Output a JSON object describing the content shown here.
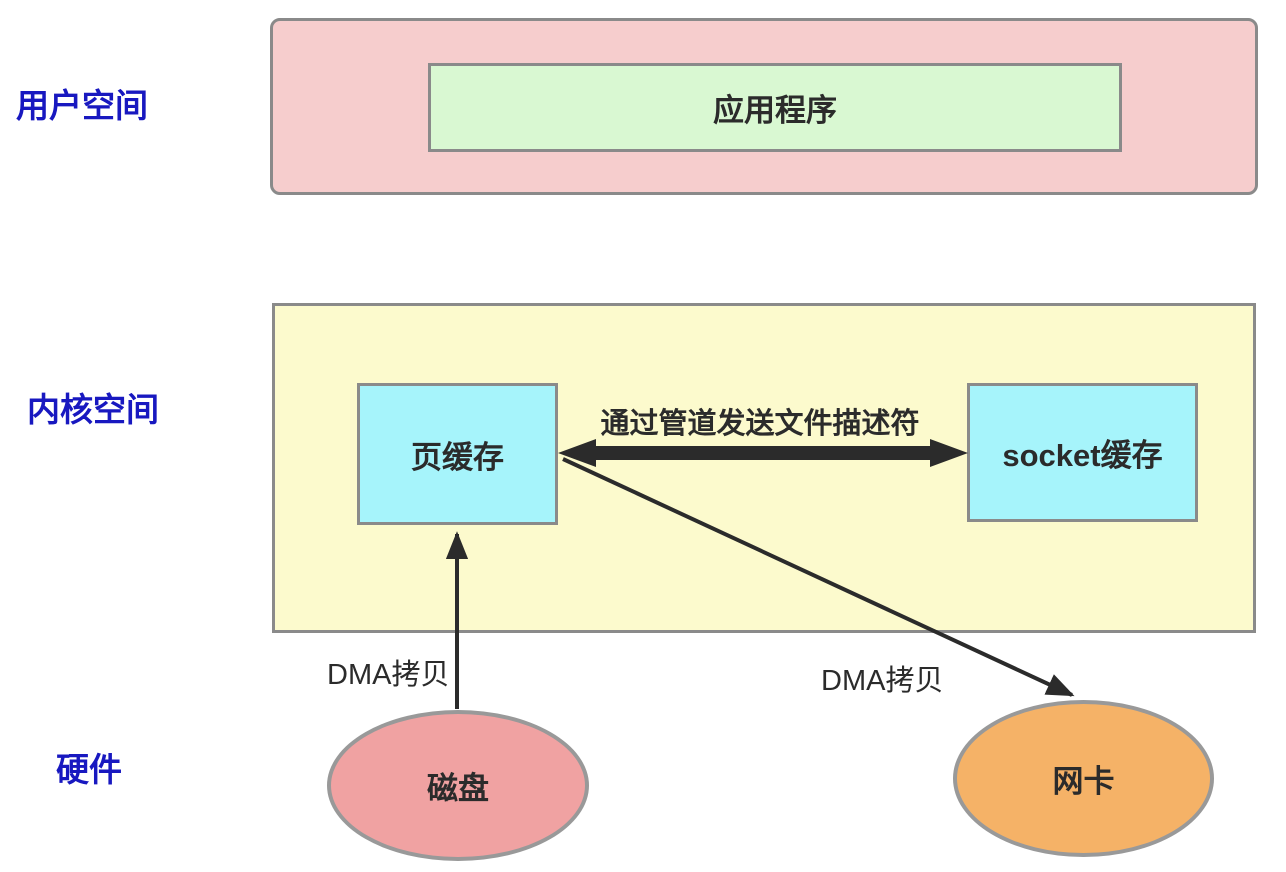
{
  "diagram": {
    "type": "architecture-flow",
    "topic": "sendfile / zero-copy data flow across user space, kernel space and hardware"
  },
  "labels": {
    "user_space": "用户空间",
    "kernel_space": "内核空间",
    "hardware": "硬件",
    "pipe_arrow": "通过管道发送文件描述符",
    "dma_copy_left": "DMA拷贝",
    "dma_copy_right": "DMA拷贝"
  },
  "nodes": {
    "application": "应用程序",
    "page_cache": "页缓存",
    "socket_buffer": "socket缓存",
    "disk": "磁盘",
    "nic": "网卡"
  },
  "rows": [
    {
      "label": "用户空间",
      "contains": [
        "应用程序"
      ]
    },
    {
      "label": "内核空间",
      "contains": [
        "页缓存",
        "socket缓存"
      ]
    },
    {
      "label": "硬件",
      "contains": [
        "磁盘",
        "网卡"
      ]
    }
  ],
  "edges": [
    {
      "from": "磁盘",
      "to": "页缓存",
      "label": "DMA拷贝",
      "style": "thin-arrow",
      "direction": "up"
    },
    {
      "from": "页缓存",
      "to": "socket缓存",
      "label": "通过管道发送文件描述符",
      "style": "thick-double-arrow",
      "direction": "both"
    },
    {
      "from": "页缓存",
      "to": "网卡",
      "label": "DMA拷贝",
      "style": "thin-arrow",
      "direction": "down-right"
    }
  ],
  "colors": {
    "row_label_blue": "#1818c0",
    "user_space_fill": "#f6cdcd",
    "application_fill": "#d9f8d2",
    "kernel_space_fill": "#fcfacd",
    "cache_fill": "#a6f4fb",
    "disk_fill": "#f0a2a2",
    "nic_fill": "#f5b267",
    "box_border": "#8a8a8a",
    "ellipse_border": "#999999",
    "arrow_and_text": "#2b2b2b",
    "background": "#ffffff"
  }
}
